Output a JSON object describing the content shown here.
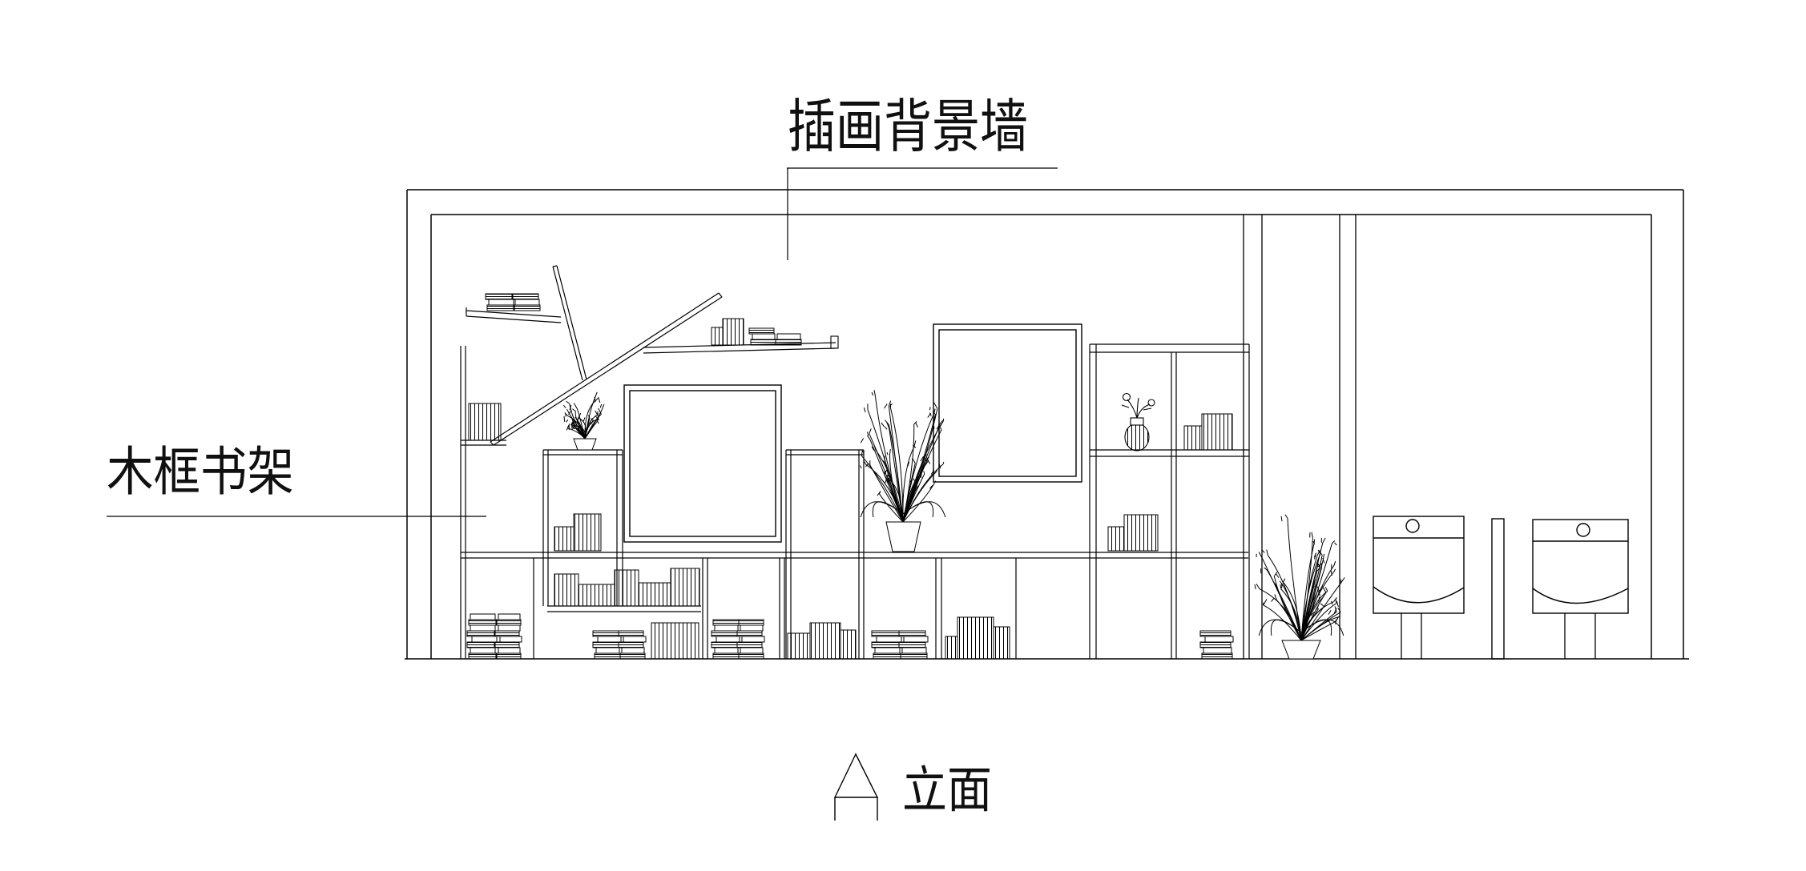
{
  "drawing": {
    "type": "interior-elevation-cad-drawing",
    "annotations": {
      "background_wall_label": "插画背景墙",
      "bookshelf_label": "木框书架",
      "view_label": "立面"
    },
    "colors": {
      "line": "#000000",
      "background": "#ffffff",
      "text": "#101010"
    }
  }
}
